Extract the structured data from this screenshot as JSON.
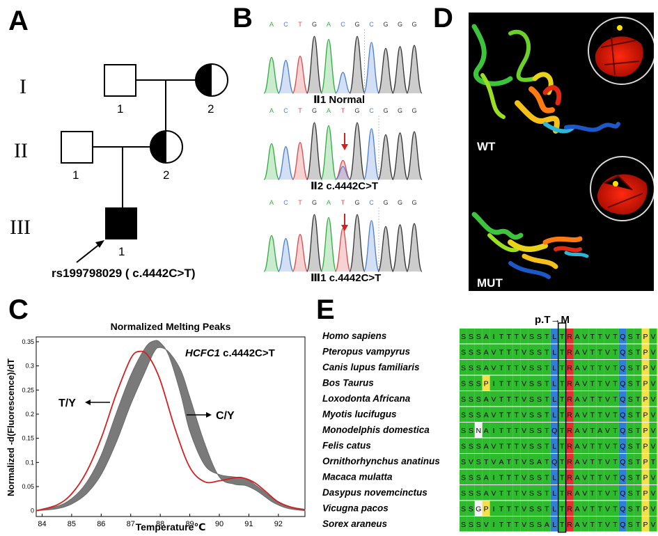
{
  "panel_labels": {
    "a": "A",
    "b": "B",
    "c": "C",
    "d": "D",
    "e": "E"
  },
  "pedigree": {
    "generations": [
      "I",
      "II",
      "III"
    ],
    "members": {
      "i1": "1",
      "i2": "2",
      "ii1": "1",
      "ii2": "2",
      "iii1": "1"
    },
    "proband_label": "rs199798029 ( c.4442C>T)"
  },
  "sequencing": {
    "bases": [
      "A",
      "C",
      "T",
      "G",
      "A",
      "C",
      "G",
      "C",
      "G",
      "G",
      "G"
    ],
    "bases_mut": [
      "A",
      "C",
      "T",
      "G",
      "A",
      "T",
      "G",
      "C",
      "G",
      "G",
      "G"
    ],
    "base_colors": {
      "A": "#2fae3f",
      "C": "#4a7fd4",
      "T": "#e04a4a",
      "G": "#333333"
    },
    "traces": [
      {
        "label": "Ⅱ1  Normal"
      },
      {
        "label": "Ⅱ2  c.4442C>T"
      },
      {
        "label": "Ⅲ1  c.4442C>T"
      }
    ]
  },
  "structure": {
    "wt_label": "WT",
    "mut_label": "MUT"
  },
  "chart_data": {
    "type": "line",
    "title": "Normalized Melting Peaks",
    "annotation_gene": "HCFC1",
    "annotation_variant": " c.4442C>T",
    "xlabel": "Temperature℃",
    "ylabel": "Normalized -d(Fluorescence)/dT",
    "xlim": [
      83.8,
      92.9
    ],
    "ylim": [
      -0.012,
      0.36
    ],
    "xticks": [
      84,
      85,
      86,
      87,
      88,
      89,
      90,
      91,
      92
    ],
    "yticks": [
      0,
      0.05,
      0.1,
      0.15,
      0.2,
      0.25,
      0.3,
      0.35
    ],
    "yticklabels": [
      "0",
      "0.05",
      "0.1",
      "0.15",
      "0.2",
      "0.25",
      "0.3",
      "0.35"
    ],
    "series_labels": {
      "mut": "T/Y",
      "wt": "C/Y"
    },
    "series": [
      {
        "key": "mut",
        "color": "#d42020",
        "x": [
          83.8,
          84.5,
          85.0,
          85.5,
          86.0,
          86.5,
          87.0,
          87.3,
          87.6,
          88.0,
          88.5,
          89.0,
          89.5,
          90.0,
          90.5,
          90.8,
          91.2,
          91.6,
          92.0,
          92.5,
          92.9
        ],
        "y": [
          0.0,
          0.012,
          0.035,
          0.08,
          0.15,
          0.24,
          0.315,
          0.33,
          0.32,
          0.27,
          0.17,
          0.09,
          0.06,
          0.062,
          0.068,
          0.068,
          0.058,
          0.038,
          0.018,
          0.006,
          0.002
        ]
      },
      {
        "key": "wt_upper",
        "color": "#7a7a7a",
        "x": [
          83.8,
          84.5,
          85.0,
          85.5,
          86.0,
          86.5,
          87.0,
          87.5,
          87.8,
          88.0,
          88.3,
          88.7,
          89.0,
          89.5,
          90.0,
          90.5,
          90.9,
          91.3,
          91.8,
          92.3,
          92.9
        ],
        "y": [
          0.0,
          0.009,
          0.025,
          0.058,
          0.115,
          0.2,
          0.28,
          0.338,
          0.352,
          0.348,
          0.32,
          0.24,
          0.165,
          0.095,
          0.075,
          0.07,
          0.066,
          0.05,
          0.026,
          0.01,
          0.003
        ]
      },
      {
        "key": "wt_lower",
        "color": "#7a7a7a",
        "x": [
          83.8,
          84.5,
          85.0,
          85.5,
          86.0,
          86.5,
          87.0,
          87.5,
          87.8,
          88.0,
          88.3,
          88.7,
          89.0,
          89.5,
          90.0,
          90.5,
          90.9,
          91.3,
          91.8,
          92.3,
          92.9
        ],
        "y": [
          0.0,
          0.004,
          0.014,
          0.035,
          0.075,
          0.14,
          0.22,
          0.29,
          0.33,
          0.338,
          0.328,
          0.29,
          0.235,
          0.14,
          0.07,
          0.055,
          0.052,
          0.04,
          0.018,
          0.005,
          0.0
        ]
      }
    ]
  },
  "alignment": {
    "mutation_label": "p.T→M",
    "species": [
      {
        "name": "Homo sapiens",
        "seq": "SSSAITTTVSSTLTRAVTTVTQSTPVP"
      },
      {
        "name": "Pteropus vampyrus",
        "seq": "SSSAVTTTVSSTLTRAVTTVTQSTPVP"
      },
      {
        "name": "Canis lupus familiaris",
        "seq": "SSSAVTTTVSSTLTRAVTTVTQSTPVP"
      },
      {
        "name": "Bos Taurus",
        "seq": "SSSPITTTVSSTLTRAVTTVTQSTPVP"
      },
      {
        "name": "Loxodonta Africana",
        "seq": "SSSAVTTTVSSTLTRAVTTVTQSTPVP"
      },
      {
        "name": "Myotis lucifugus",
        "seq": "SSSAVTTTVSSTLTRAVTTVTQSTPVP"
      },
      {
        "name": "Monodelphis domestica",
        "seq": "SSNAITTTVSSTQTRAVTAVTQSTPVP"
      },
      {
        "name": "Felis catus",
        "seq": "SSSAVTTTVSSTLTRAVTTVTQSTPVP"
      },
      {
        "name": "Ornithorhynchus anatinus",
        "seq": "SVSTVATTVSATQTRAVTTVTQSTPTP"
      },
      {
        "name": "Macaca mulatta",
        "seq": "SSSAITTTVSSTLTRAVTTVTQSTPVP"
      },
      {
        "name": "Dasypus novemcinctus",
        "seq": "SSSAVTTTVSSTLTRAVTTVTQSTPVP"
      },
      {
        "name": "Vicugna pacos",
        "seq": "SSGPITTTVSSTLTRAVTTVTQSTPVP"
      },
      {
        "name": "Sorex araneus",
        "seq": "SSSVITTTVSSALTRAVTTVTQSTPVP"
      }
    ],
    "aa_colors": {
      "S": "#2dbb2d",
      "T": "#2dbb2d",
      "A": "#2dbb2d",
      "V": "#2dbb2d",
      "I": "#2dbb2d",
      "L": "#2f7fd6",
      "M": "#2f7fd6",
      "Q": "#2f7fd6",
      "R": "#e23030",
      "P": "#f3e04a",
      "N": "#f3f3f3",
      "G": "#f3f3f3"
    }
  }
}
